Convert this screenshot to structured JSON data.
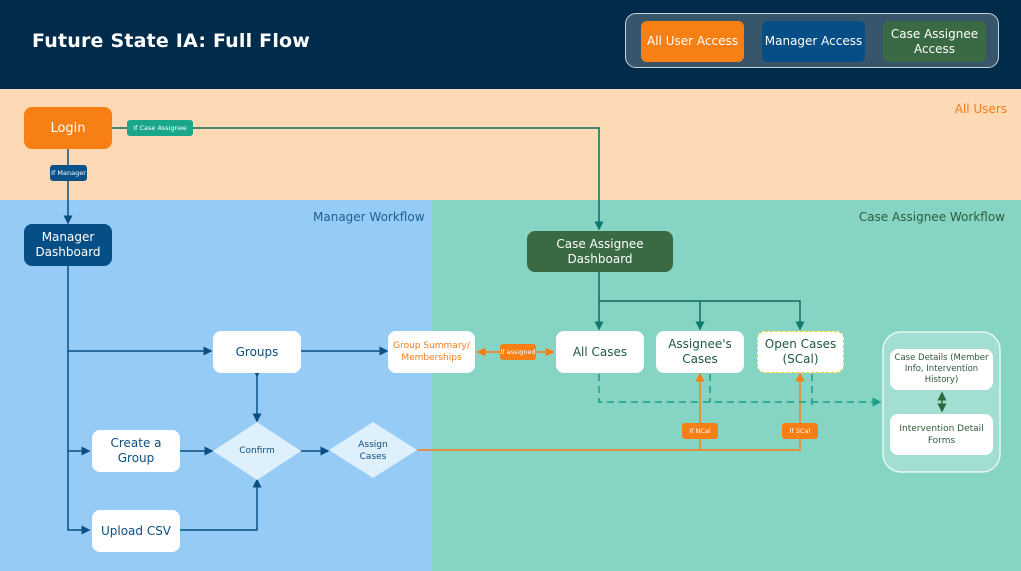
{
  "header": {
    "title": "Future State IA: Full Flow",
    "legend": [
      {
        "label": "All User Access",
        "color": "#f87f14"
      },
      {
        "label": "Manager Access",
        "color": "#064f86"
      },
      {
        "label": "Case Assignee Access",
        "color": "#3a6a43"
      }
    ]
  },
  "lanes": {
    "all_users": "All Users",
    "manager": "Manager Workflow",
    "case_assignee": "Case Assignee Workflow"
  },
  "nodes": {
    "login": "Login",
    "manager_dashboard": "Manager Dashboard",
    "case_assignee_dashboard": "Case Assignee Dashboard",
    "groups": "Groups",
    "group_summary": "Group Summary/ Memberships",
    "all_cases": "All Cases",
    "assignees_cases": "Assignee's Cases",
    "open_cases": "Open Cases (SCal)",
    "create_group": "Create a Group",
    "upload_csv": "Upload CSV",
    "confirm": "Confirm",
    "assign_cases": "Assign Cases",
    "case_details": "Case Details (Member Info, Intervention History)",
    "intervention_forms": "Intervention Detail Forms"
  },
  "conditions": {
    "if_case_assignee": "If Case Assignee",
    "if_manager": "If Manager",
    "if_assigned": "If assigned",
    "if_ncal": "If NCal",
    "if_scal": "If SCal"
  },
  "colors": {
    "navy": "#002b4a",
    "orange": "#f87f14",
    "manager_blue": "#064f86",
    "assignee_green": "#3a6a43",
    "teal_line": "#0e7a6c",
    "condition_teal": "#1aa68a"
  }
}
